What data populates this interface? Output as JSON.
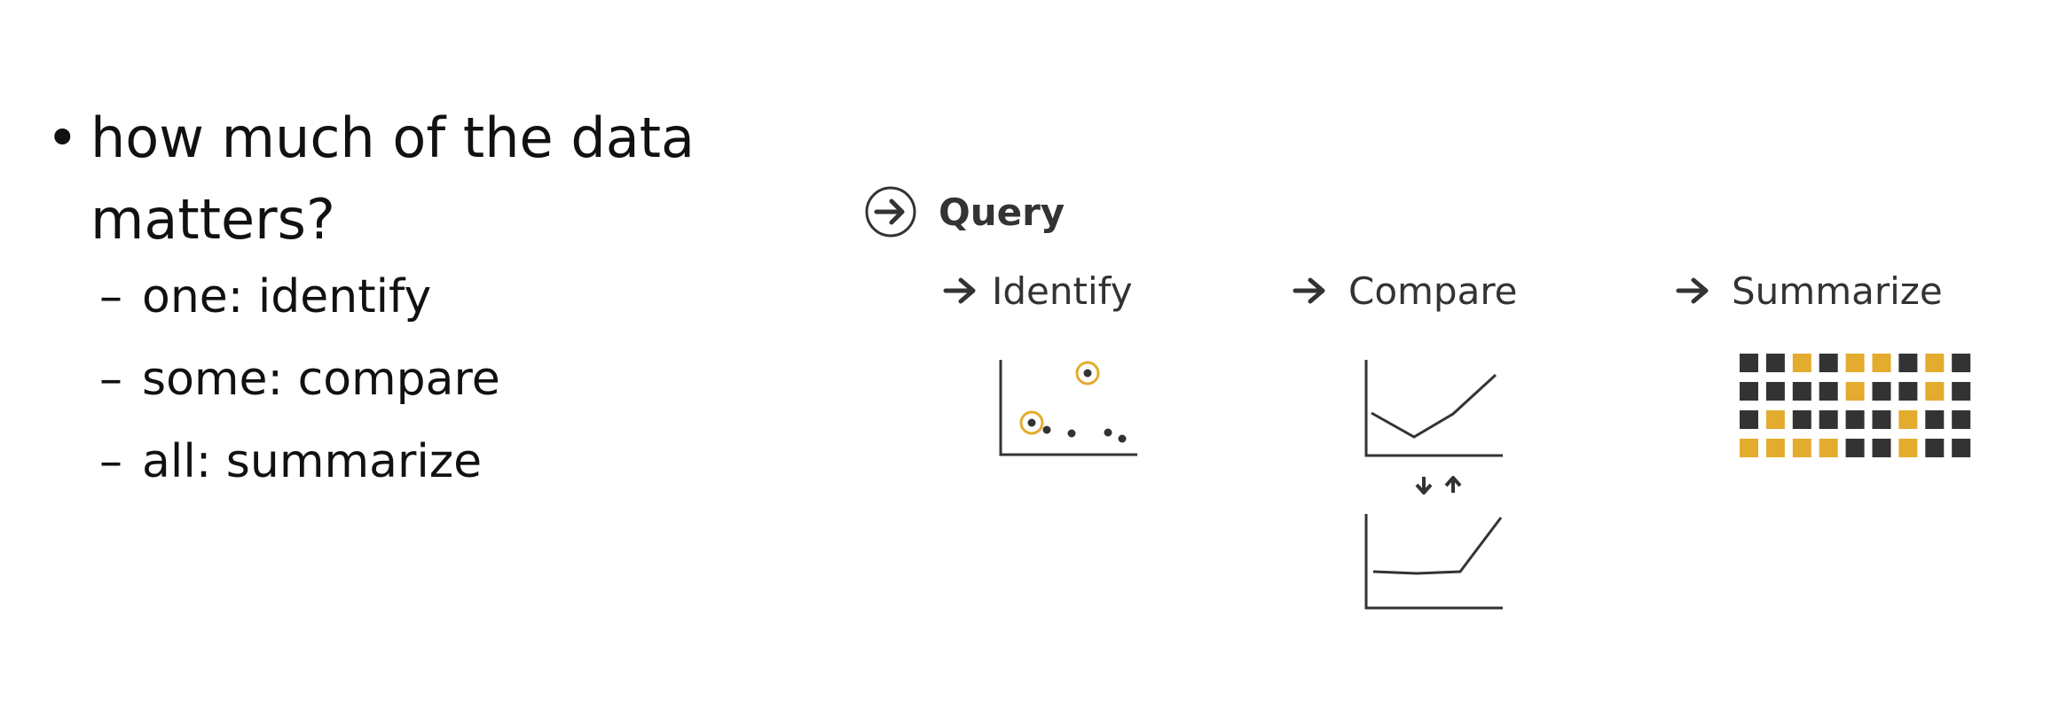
{
  "bullets": {
    "main": "how much of the data matters?",
    "main_marker": "•",
    "subs": [
      {
        "dash": "–",
        "text": "one: identify"
      },
      {
        "dash": "–",
        "text": "some: compare"
      },
      {
        "dash": "–",
        "text": "all: summarize"
      }
    ]
  },
  "diagram": {
    "heading": "Query",
    "actions": [
      "Identify",
      "Compare",
      "Summarize"
    ],
    "colors": {
      "accent": "#e3ac2f",
      "ink": "#333333"
    },
    "summarize_grid": [
      [
        0,
        0,
        1,
        0,
        1,
        1,
        0,
        1,
        0
      ],
      [
        0,
        0,
        0,
        0,
        1,
        0,
        0,
        1,
        0
      ],
      [
        0,
        1,
        0,
        0,
        0,
        0,
        1,
        0,
        0
      ],
      [
        1,
        1,
        1,
        1,
        0,
        0,
        1,
        0,
        0
      ]
    ]
  }
}
